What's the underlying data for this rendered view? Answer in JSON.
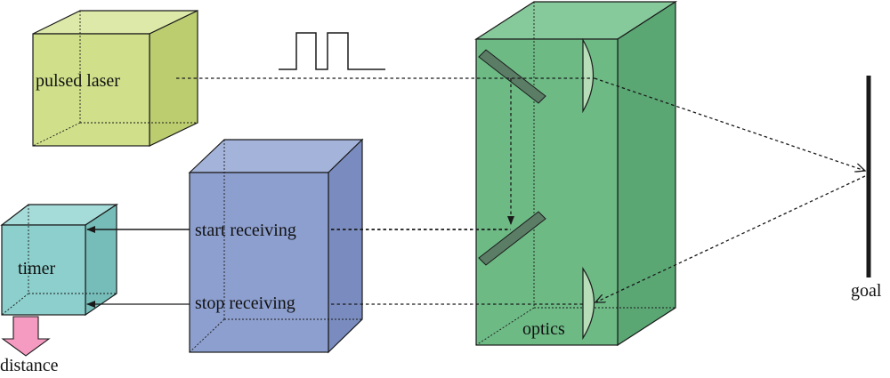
{
  "labels": {
    "laser": "pulsed laser",
    "start": "start receiving",
    "stop": "stop receiving",
    "timer": "timer",
    "distance": "distance",
    "optics": "optics",
    "goal": "goal"
  },
  "colors": {
    "laser_front": "#cfdf8a",
    "laser_top": "#dde9a8",
    "laser_side": "#bccd70",
    "receiver_front": "#8d9fcf",
    "receiver_top": "#a4b3da",
    "receiver_side": "#7a8cbf",
    "timer_front": "#8ccfcc",
    "timer_top": "#a5dbd8",
    "timer_side": "#76bdba",
    "optics_front": "#6dba85",
    "optics_top": "#86c99b",
    "optics_side": "#5aa774",
    "mirror": "#5b7d66",
    "lens": "#b7ddb9",
    "arrow_down": "#f59ac0",
    "line": "#1a1a1a"
  }
}
